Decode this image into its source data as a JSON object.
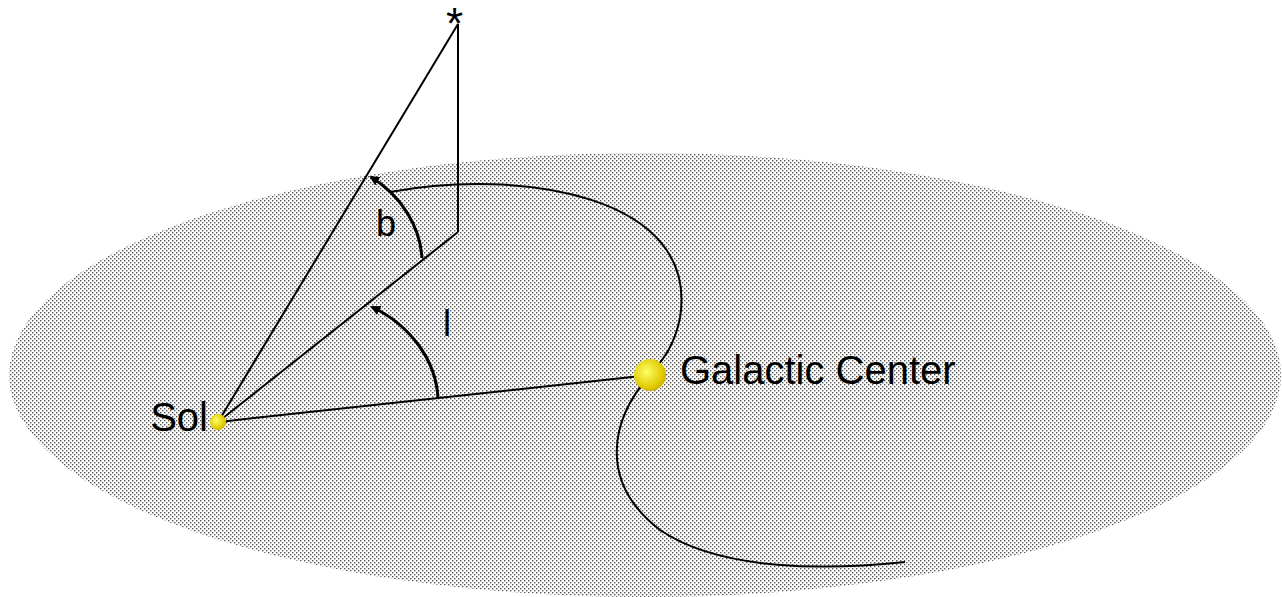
{
  "diagram": {
    "nodes": [
      {
        "text": [
          "Sol"
        ]
      },
      {
        "text": [
          "Galactic Center"
        ]
      }
    ],
    "edges": [
      {
        "from": 0,
        "to": 1,
        "arrow": "none"
      }
    ],
    "labels": [
      "*",
      "b",
      "l"
    ]
  }
}
